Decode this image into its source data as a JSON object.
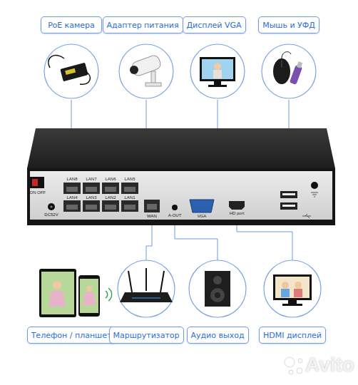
{
  "diagram": {
    "nodes": [
      {
        "text": [
          "PoE камера"
        ]
      },
      {
        "text": [
          "Адаптер питания"
        ]
      },
      {
        "text": [
          "Дисплей VGA"
        ]
      },
      {
        "text": [
          "Мышь и УФД"
        ]
      },
      {
        "text": [
          "Телефон / планшет"
        ]
      },
      {
        "text": [
          "Маршрутизатор"
        ]
      },
      {
        "text": [
          "Аудио выход"
        ]
      },
      {
        "text": [
          "HDMI дисплей"
        ]
      }
    ],
    "labels": [
      "LAN8",
      "LAN7",
      "LAN6",
      "LAN5",
      "LAN4",
      "LAN3",
      "LAN2",
      "LAN1",
      "ON",
      "OFF",
      "DC52V",
      "WAN",
      "A-OUT",
      "VGA",
      "HD port",
      "Avito"
    ]
  }
}
